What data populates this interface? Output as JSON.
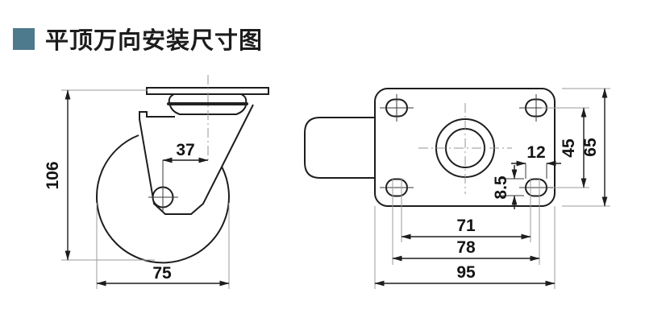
{
  "title": {
    "text": "平顶万向安装尺寸图"
  },
  "colors": {
    "accent": "#4d7a8c",
    "line": "#1d1d1d",
    "extension": "#9b9b9b"
  },
  "side_view": {
    "name": "caster side view",
    "dims": {
      "overall_height": "106",
      "swivel_offset": "37",
      "wheel_diameter": "75"
    }
  },
  "top_view": {
    "name": "mounting plate top view",
    "dims": {
      "slot_length": "12",
      "bolt_spacing_width": "45",
      "plate_depth": "65",
      "slot_width": "8.5",
      "bolt_spacing_inner": "71",
      "bolt_spacing_outer": "78",
      "plate_width": "95"
    }
  }
}
